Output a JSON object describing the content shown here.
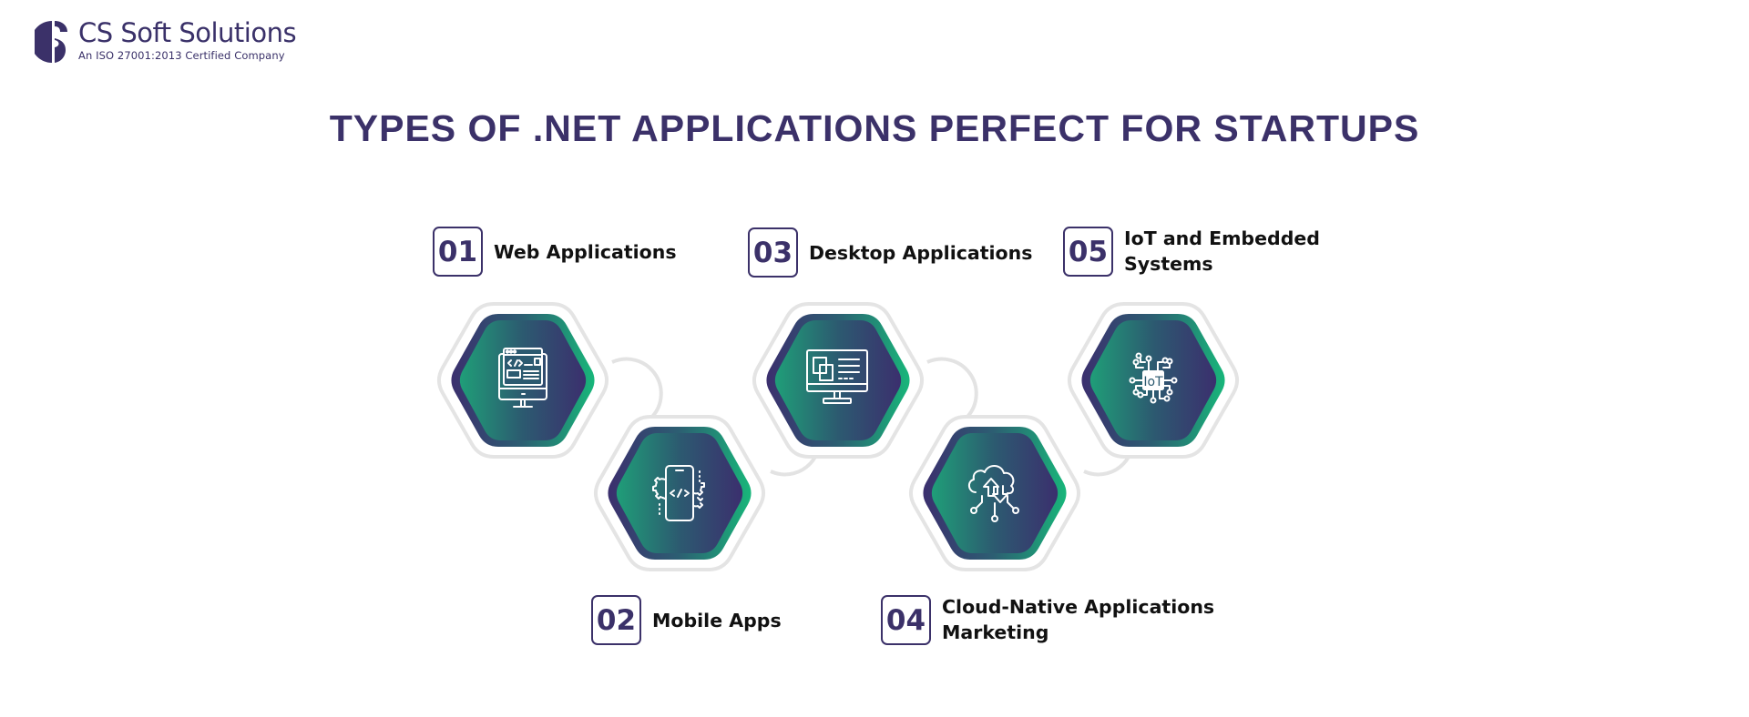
{
  "brand": {
    "name": "CS Soft Solutions",
    "tagline": "An ISO 27001:2013 Certified Company",
    "color": "#3b3169"
  },
  "title": "TYPES OF .NET APPLICATIONS PERFECT FOR STARTUPS",
  "colors": {
    "primary_purple": "#3b3169",
    "accent_green": "#1fa97a",
    "outline_gray": "#e4e4e4"
  },
  "items": [
    {
      "number": "01",
      "label": "Web Applications",
      "icon": "web-development-icon"
    },
    {
      "number": "02",
      "label": "Mobile Apps",
      "icon": "mobile-development-icon"
    },
    {
      "number": "03",
      "label": "Desktop Applications",
      "icon": "desktop-computer-icon"
    },
    {
      "number": "04",
      "label": "Cloud-Native Applications\nMarketing",
      "icon": "cloud-upload-download-icon"
    },
    {
      "number": "05",
      "label": "IoT and Embedded\nSystems",
      "icon": "iot-chip-icon"
    }
  ]
}
